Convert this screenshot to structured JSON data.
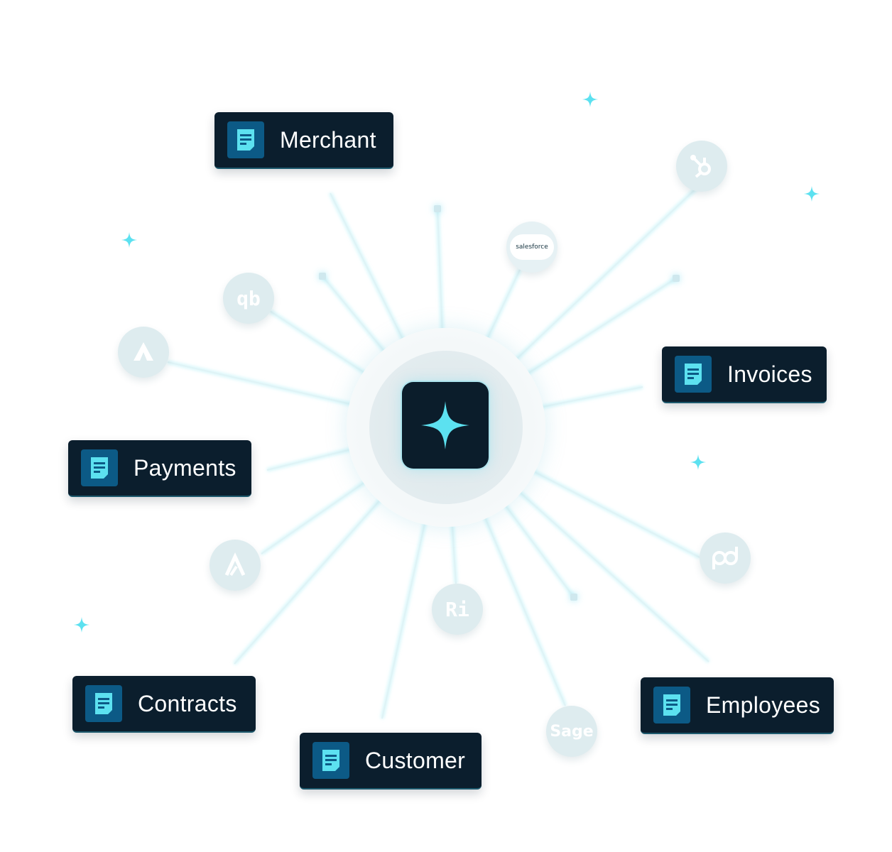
{
  "hub": {
    "icon": "sparkle-icon",
    "color": "#5ce1f0"
  },
  "cards": [
    {
      "id": "merchant",
      "label": "Merchant",
      "icon": "document-icon"
    },
    {
      "id": "invoices",
      "label": "Invoices",
      "icon": "document-icon"
    },
    {
      "id": "payments",
      "label": "Payments",
      "icon": "document-icon"
    },
    {
      "id": "contracts",
      "label": "Contracts",
      "icon": "document-icon"
    },
    {
      "id": "customer",
      "label": "Customer",
      "icon": "document-icon"
    },
    {
      "id": "employees",
      "label": "Employees",
      "icon": "document-icon"
    }
  ],
  "integrations": [
    {
      "id": "hubspot",
      "icon": "hubspot-icon"
    },
    {
      "id": "salesforce",
      "icon": "salesforce-icon",
      "text": "salesforce"
    },
    {
      "id": "quickbooks",
      "icon": "quickbooks-icon",
      "text": "qb"
    },
    {
      "id": "adobe",
      "icon": "adobe-icon"
    },
    {
      "id": "anaplan",
      "icon": "anaplan-icon"
    },
    {
      "id": "rippling",
      "icon": "rippling-icon",
      "text": "Ri"
    },
    {
      "id": "sage",
      "icon": "sage-icon",
      "text": "Sage"
    },
    {
      "id": "pandadoc",
      "icon": "pandadoc-icon"
    }
  ],
  "colors": {
    "card_bg": "#0b1e2d",
    "doc_bg": "#0c5a86",
    "accent": "#5ce1f0"
  }
}
